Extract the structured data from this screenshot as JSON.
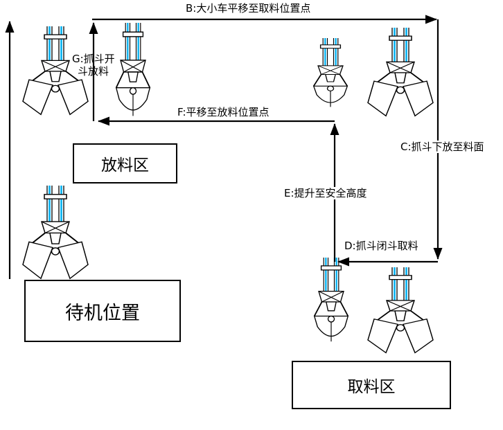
{
  "diagram": {
    "steps": {
      "b": "B:大小车平移至取料位置点",
      "c": "C:抓斗下放至料面",
      "d": "D:抓斗闭斗取料",
      "e": "E:提升至安全高度",
      "f": "F:平移至放料位置点",
      "g_line1": "G:抓斗开",
      "g_line2": "斗放料"
    },
    "zones": {
      "discharge": "放料区",
      "standby": "待机位置",
      "pickup": "取料区"
    },
    "icons": {
      "grab_open": "clamshell-grab-open-icon",
      "grab_closed": "clamshell-grab-closed-icon",
      "arrowhead": "solid-triangle-arrowhead"
    },
    "colors": {
      "cable": "#00b0f0",
      "line": "#000000"
    }
  }
}
